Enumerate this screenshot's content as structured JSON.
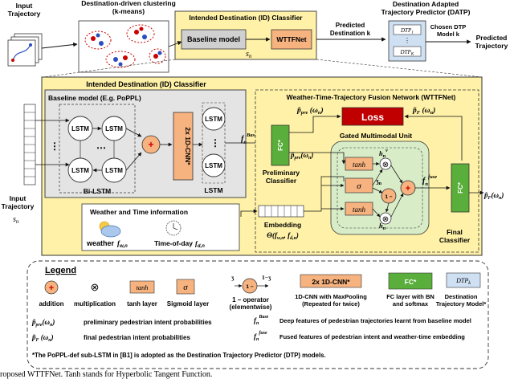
{
  "top": {
    "input_trajectory": "Input Trajectory",
    "clustering": "Destination-driven clustering (k-means)",
    "id_classifier": "Intended Destination (ID) Classifier",
    "baseline_model": "Baseline model",
    "wttf_net": "WTTFNet",
    "s_n": "s",
    "predicted_destination": "Predicted Destination k",
    "datp_title": "Destination Adapted Trajectory Predictor (DATP)",
    "dtp_1": "DTP",
    "dtp_k": "DTP",
    "chosen_dtp": "Chosen DTP Model k",
    "predicted_trajectory": "Predicted Trajectory"
  },
  "detail": {
    "id_classifier": "Intended Destination (ID) Classifier",
    "baseline_eg": "Baseline model (E.g. PoPPL)",
    "lstm": "LSTM",
    "bilstm": "Bi-LSTM",
    "conv_block": "2x 1D-CNN*",
    "input_trajectory": "Input Trajectory",
    "wttf_title": "Weather-Time-Trajectory Fusion Network (WTTFNet)",
    "loss": "Loss",
    "gated_unit": "Gated Multimodal Unit",
    "fc": "FC*",
    "preliminary_classifier": "Preliminary Classifier",
    "final_classifier": "Final Classifier",
    "tanh": "tanh",
    "sigma": "σ",
    "one_minus": "1 −",
    "embedding": "Embedding",
    "weather_time_info": "Weather and Time information",
    "weather": "weather",
    "time_of_day": "Time-of-day"
  },
  "legend": {
    "title": "Legend",
    "addition": "addition",
    "multiplication": "multiplication",
    "tanh_label": "tanh layer",
    "sigmoid_label": "Sigmoid layer",
    "one_minus_desc": "1 – operator (elementwise)",
    "conv_desc": "1D-CNN with MaxPooling (Repeated for twice)",
    "fc_desc": "FC layer with BN and softmax",
    "dtp_desc": "Destination Trajectory Model*",
    "p_pre_desc": "preliminary pedestrian intent probabilities",
    "p_f_desc": "final pedestrian intent probabilities",
    "f_base_desc": "Deep features of pedestrian trajectories learnt from baseline model",
    "f_fuse_desc": "Fused features of pedestrian intent and weather-time embedding",
    "footnote": "*The PoPPL-def sub-LSTM in [B1] is adopted as the Destination Trajectory Predictor (DTP) models."
  },
  "caption": "roposed WTTFNet. Tanh stands for Hyperbolic Tangent Function.",
  "colors": {
    "yellow": "#fff2a8",
    "gray_box": "#d0d0d0",
    "blue_box": "#cfe0f3",
    "orange": "#f6b27f",
    "green": "#5aae3b",
    "red_loss": "#c00000",
    "gated_green": "#d8ecc8"
  }
}
